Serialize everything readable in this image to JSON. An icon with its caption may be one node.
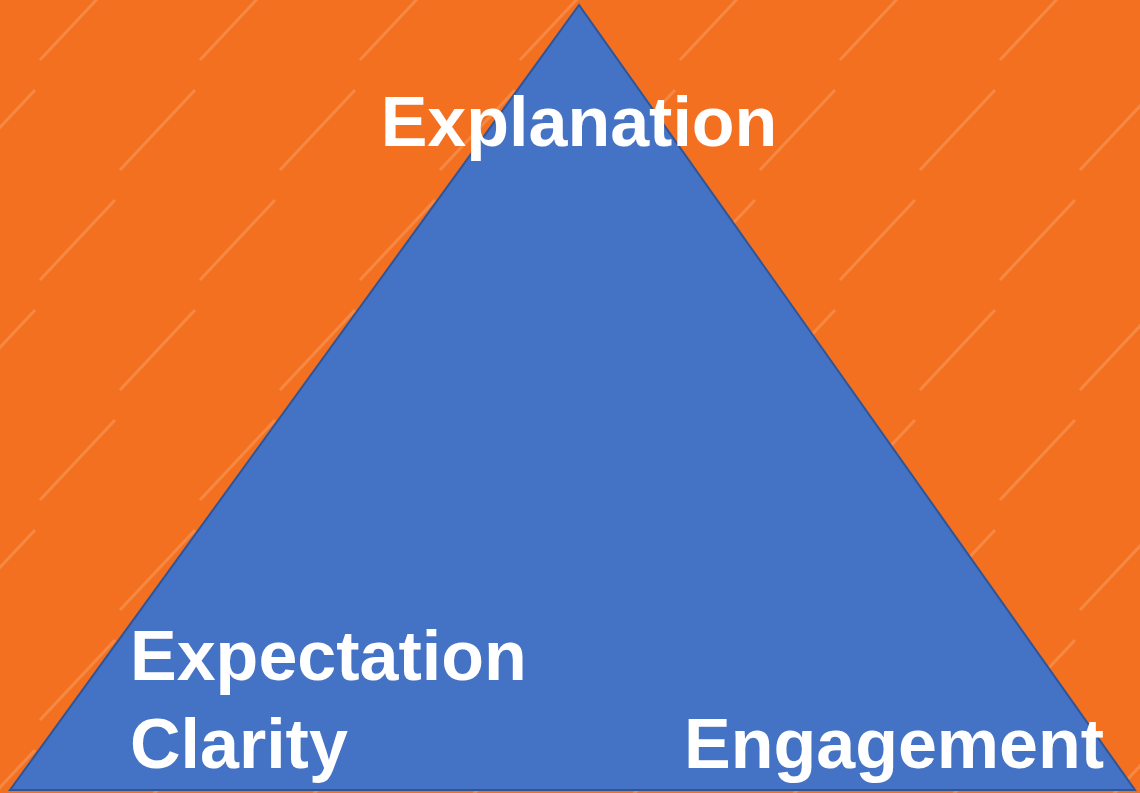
{
  "diagram": {
    "nodes": [
      {
        "text": [
          "Explanation",
          "Expectation Clarity",
          "Engagement"
        ]
      }
    ]
  }
}
